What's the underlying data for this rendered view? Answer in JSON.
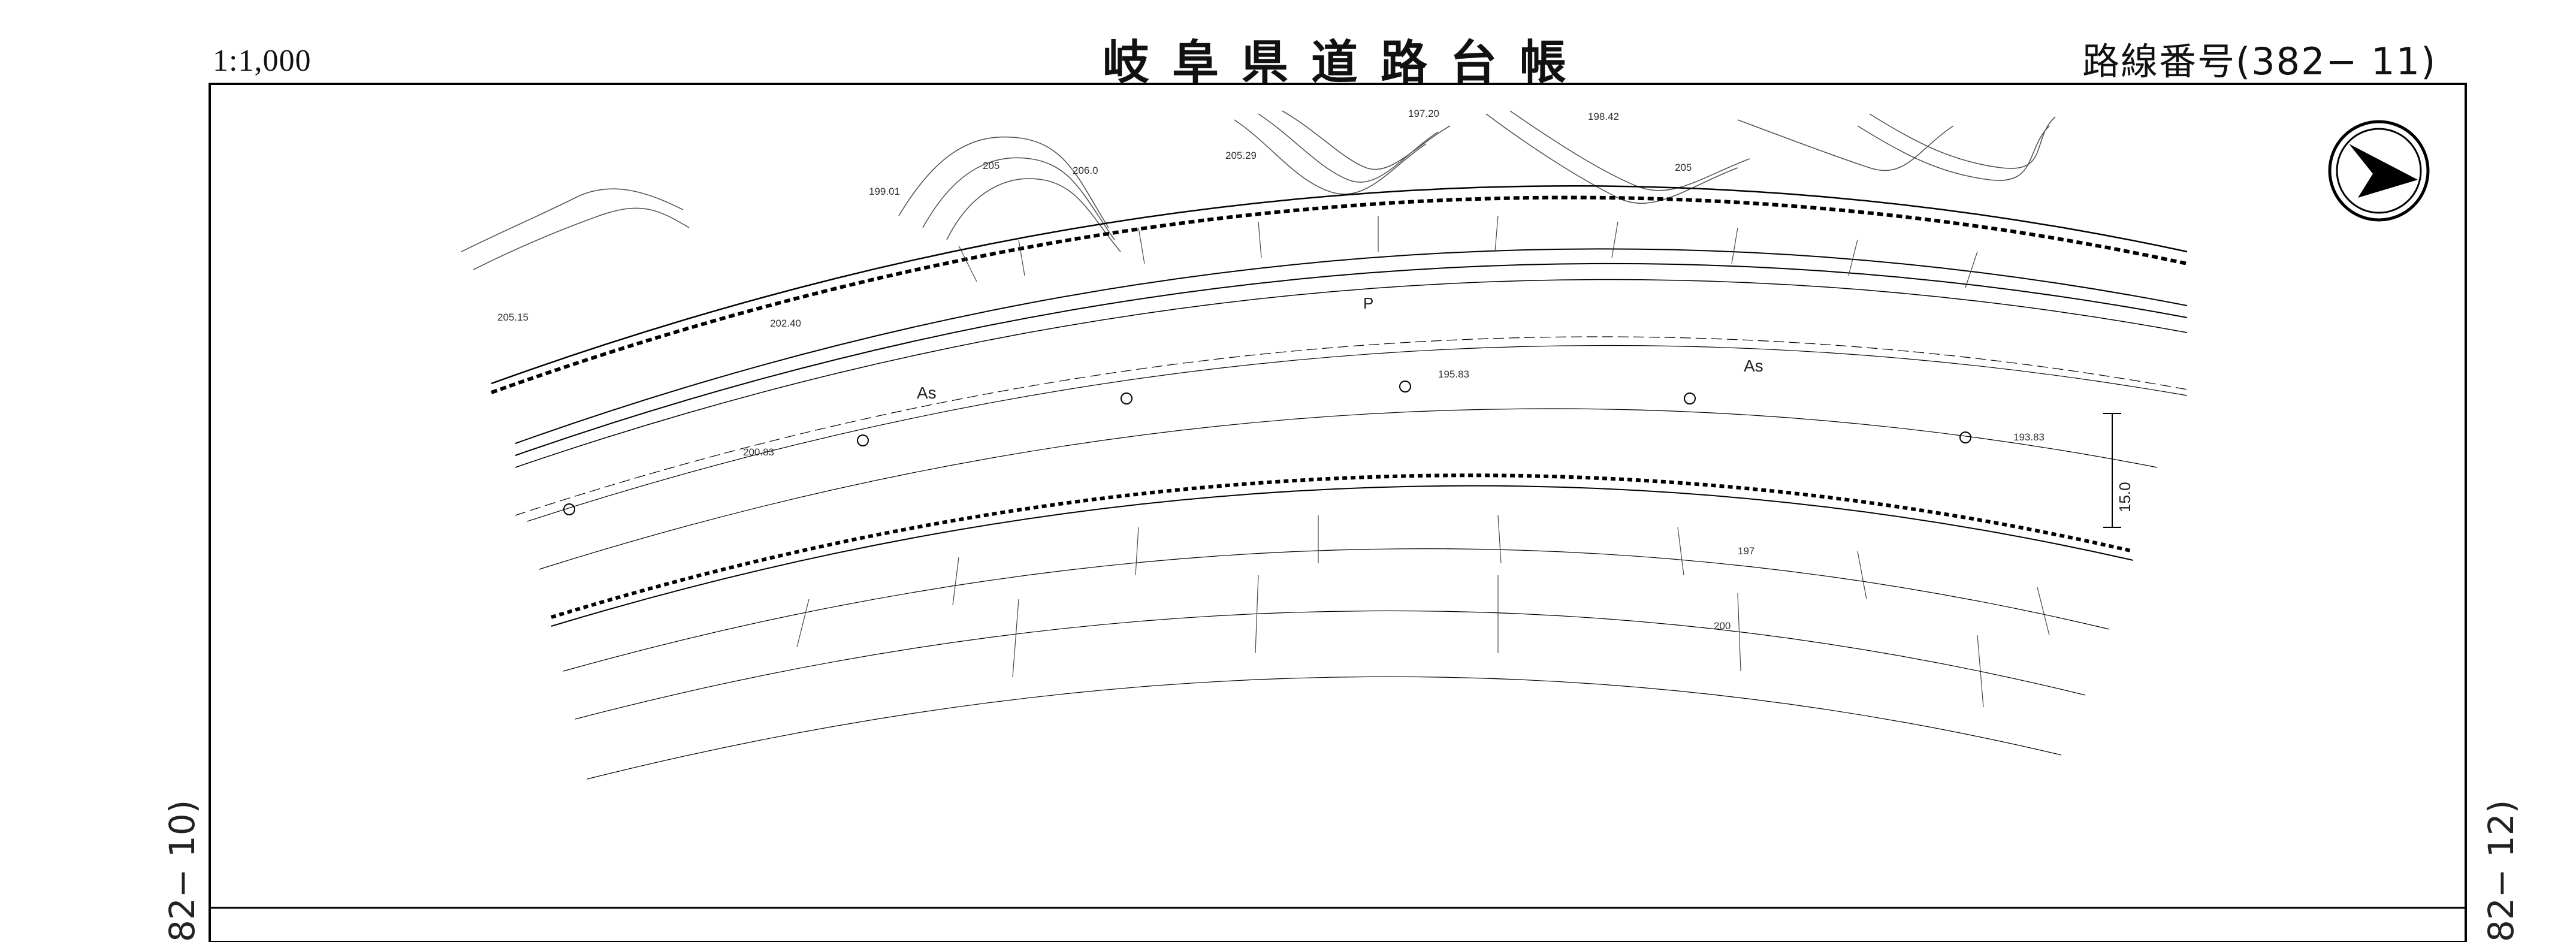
{
  "header": {
    "scale": "1:1,000",
    "title": "岐阜県道路台帳",
    "route_number": "路線番号(382− 11)"
  },
  "adjacent_sheets": {
    "left": "82− 10)",
    "right": "82− 12)"
  },
  "map": {
    "surface_labels": [
      "As",
      "As",
      "P"
    ],
    "dimension_label": "15.0",
    "contour_labels": [
      "205",
      "205",
      "197",
      "200"
    ],
    "spot_heights": [
      "205.15",
      "202.40",
      "199.01",
      "206.0",
      "205.29",
      "197.20",
      "198.42",
      "195.83",
      "200.83",
      "193.83"
    ],
    "north_arrow": "north-arrow-icon"
  }
}
